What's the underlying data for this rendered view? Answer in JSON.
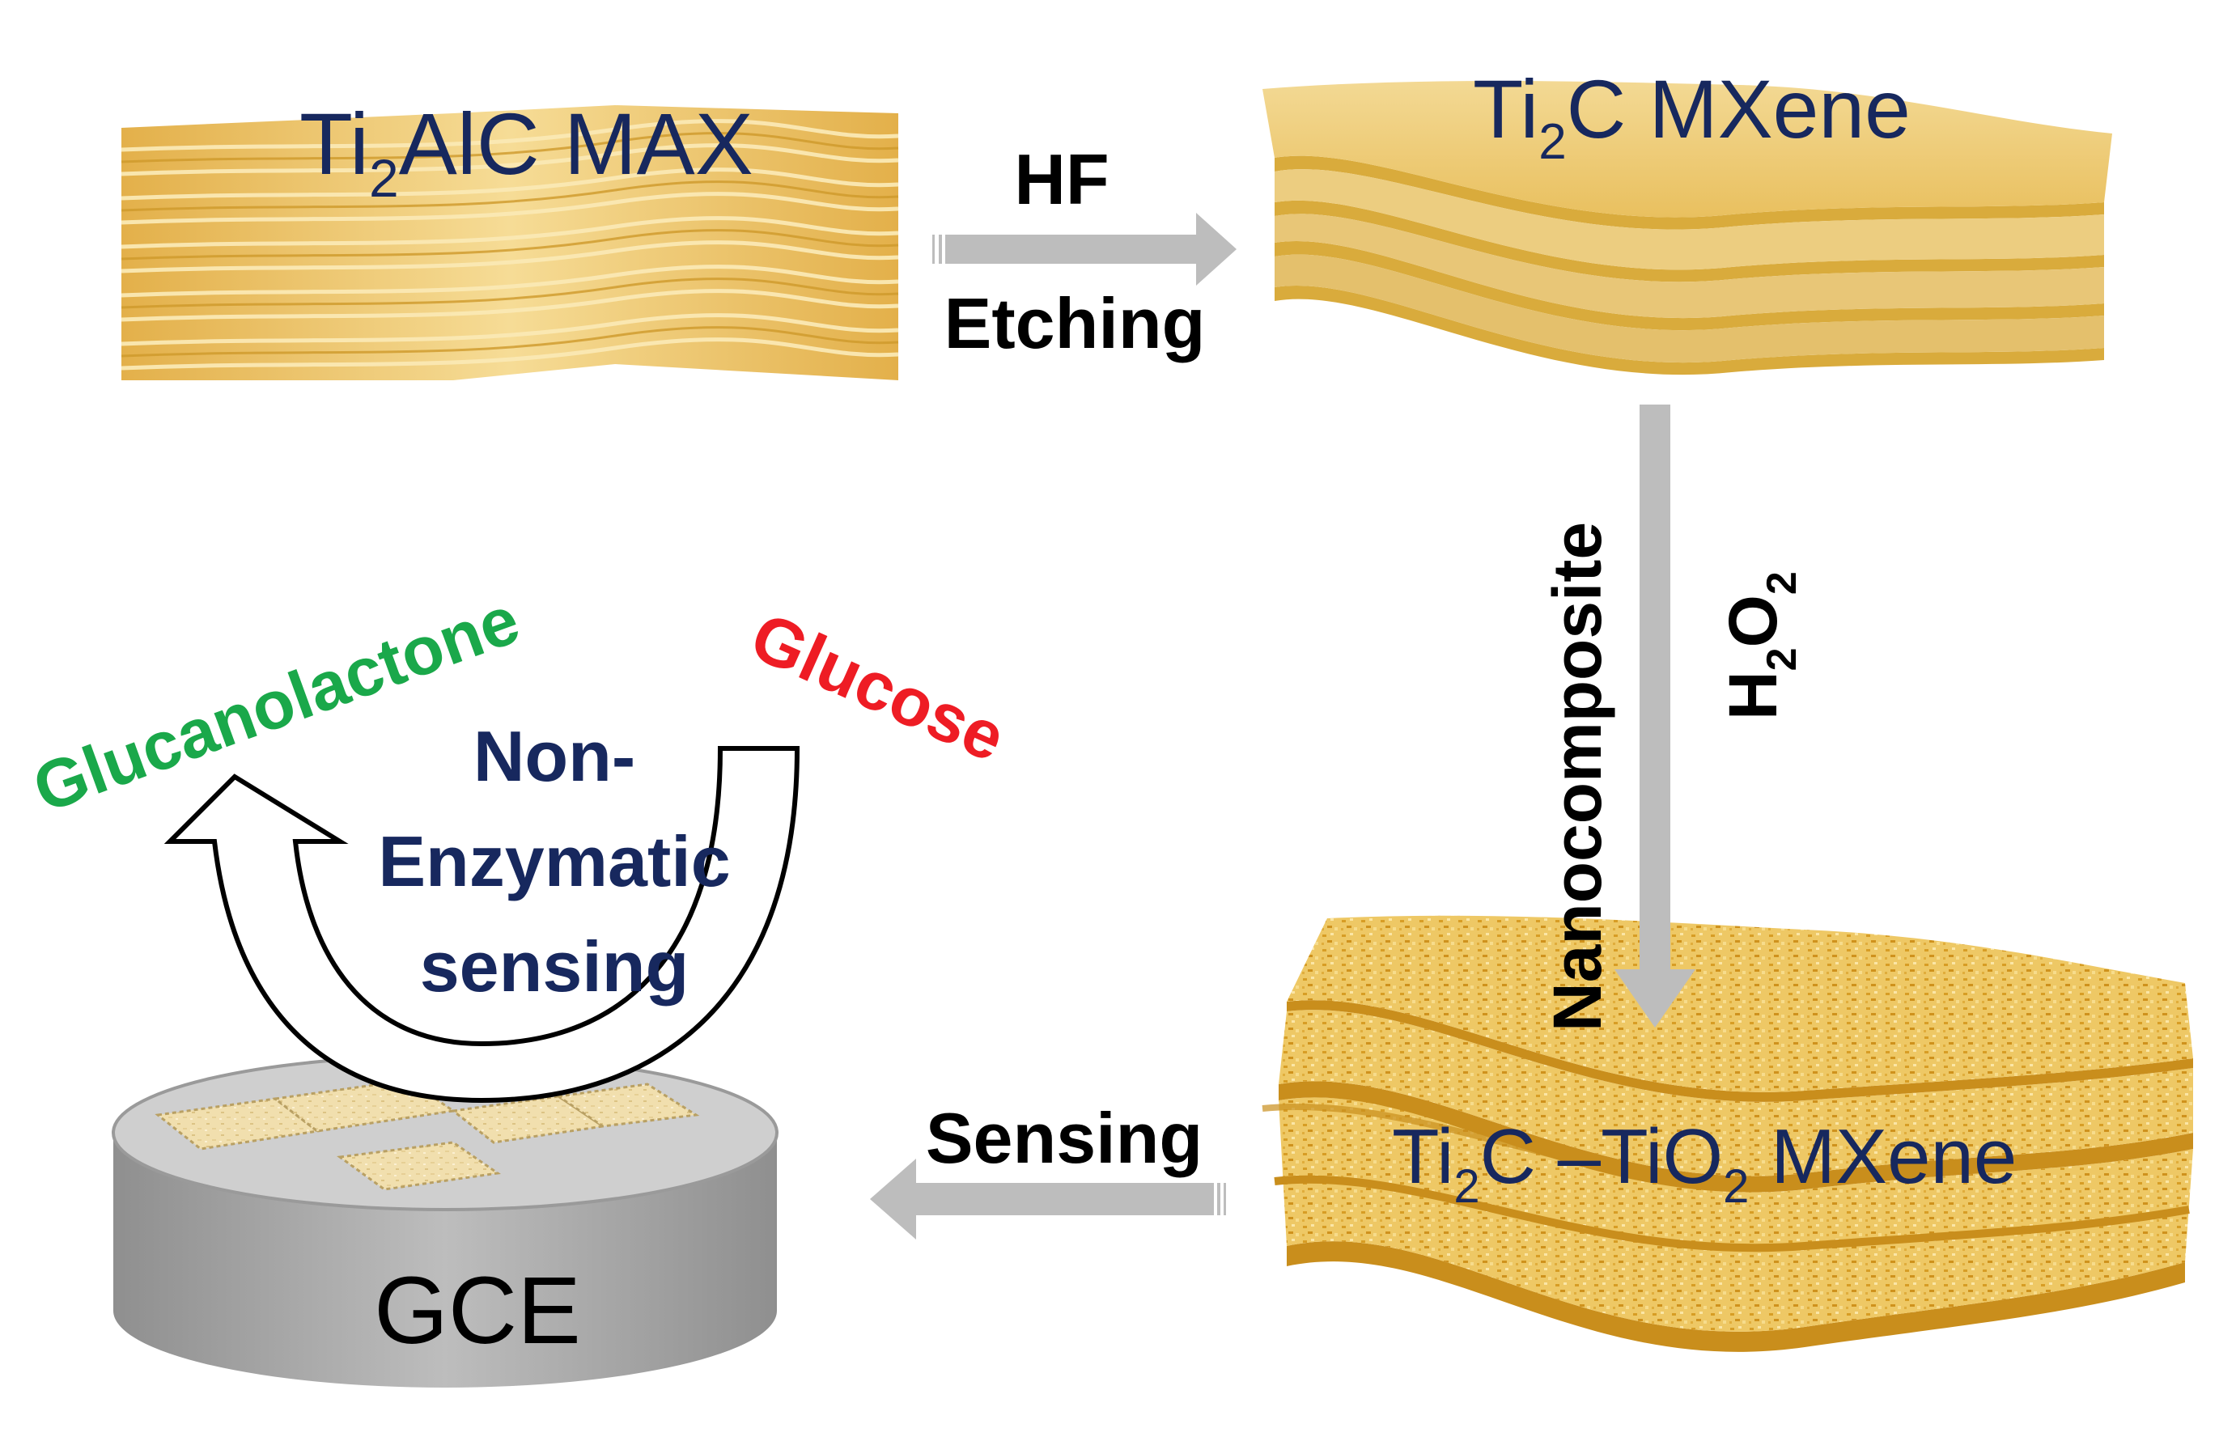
{
  "nodes": {
    "max": {
      "prefix": "Ti",
      "sub": "2",
      "suffix": "AlC MAX"
    },
    "mxene": {
      "prefix": "Ti",
      "sub": "2",
      "suffix": "C MXene"
    },
    "composite": {
      "prefix": "Ti",
      "sub1": "2",
      "mid": "C –TiO",
      "sub2": "2",
      "suffix": " MXene"
    },
    "electrode": {
      "label": "GCE"
    }
  },
  "steps": {
    "hf": {
      "line1": "HF",
      "line2": "Etching"
    },
    "oxidation": {
      "label": "Nanocomposite",
      "reagent_prefix": "H",
      "reagent_sub1": "2",
      "reagent_mid": "O",
      "reagent_sub2": "2"
    },
    "sensing": {
      "label": "Sensing"
    }
  },
  "reaction": {
    "product": "Glucanolactone",
    "substrate": "Glucose",
    "mechanism_line1": "Non-",
    "mechanism_line2": "Enzymatic",
    "mechanism_line3": "sensing"
  },
  "colors": {
    "navy_text": "#17285e",
    "product_green": "#1aa84a",
    "substrate_red": "#ee1c24",
    "arrow_gray": "#bdbdbd",
    "sheet_gold": "#ecc970",
    "sheet_edge": "#d9ab3c",
    "electrode_gray": "#a6a6a6"
  }
}
